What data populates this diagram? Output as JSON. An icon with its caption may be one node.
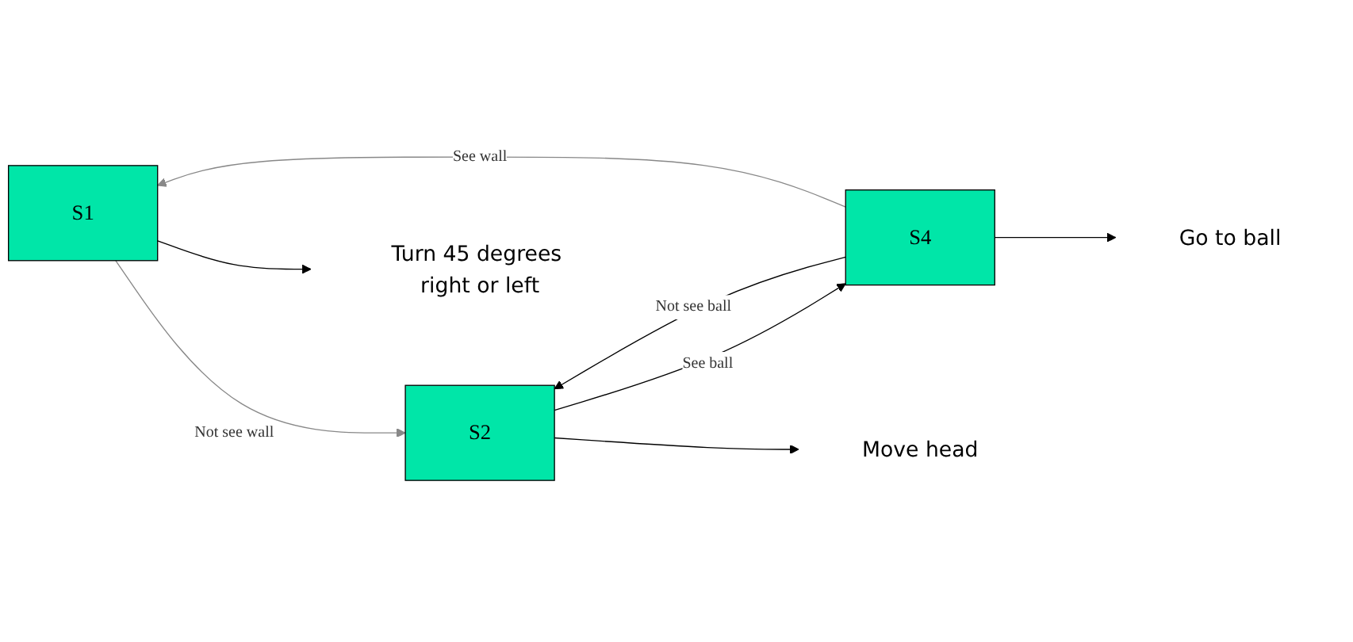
{
  "diagram": {
    "nodes": [
      {
        "text": [
          "S1"
        ]
      },
      {
        "text": [
          "S2"
        ]
      },
      {
        "text": [
          "S4"
        ]
      },
      {
        "text": [
          "Move head"
        ]
      },
      {
        "text": [
          "Go to ball"
        ]
      },
      {
        "text": [
          "Turn 45 degrees right or left"
        ]
      }
    ],
    "edges": [
      {
        "from": 0,
        "to": 1,
        "arrow": "to",
        "label": "Not see wall",
        "color": "#888888"
      },
      {
        "from": 1,
        "to": 2,
        "arrow": "to",
        "label": "See ball"
      },
      {
        "from": 2,
        "to": 1,
        "arrow": "to",
        "label": "Not see ball"
      },
      {
        "from": 2,
        "to": 0,
        "arrow": "to",
        "label": "See wall",
        "color": "#888888"
      },
      {
        "from": 1,
        "to": 3,
        "arrow": "to"
      },
      {
        "from": 2,
        "to": 4,
        "arrow": "to"
      },
      {
        "from": 0,
        "to": 5,
        "arrow": "to"
      }
    ]
  }
}
